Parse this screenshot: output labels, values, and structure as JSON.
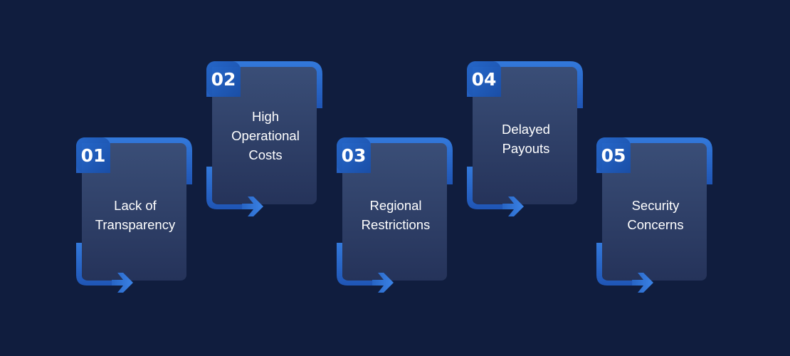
{
  "steps": [
    {
      "number": "01",
      "lines": [
        "Lack of",
        "Transparency"
      ]
    },
    {
      "number": "02",
      "lines": [
        "High",
        "Operational",
        "Costs"
      ]
    },
    {
      "number": "03",
      "lines": [
        "Regional",
        "Restrictions"
      ]
    },
    {
      "number": "04",
      "lines": [
        "Delayed",
        "Payouts"
      ]
    },
    {
      "number": "05",
      "lines": [
        "Security",
        "Concerns"
      ]
    }
  ],
  "colors": {
    "background": "#101d3e",
    "frame_blue": "#2a6fd1",
    "badge_blue": "#1b54b0",
    "panel_top": "#3b4f78",
    "panel_bottom": "#25345a"
  }
}
